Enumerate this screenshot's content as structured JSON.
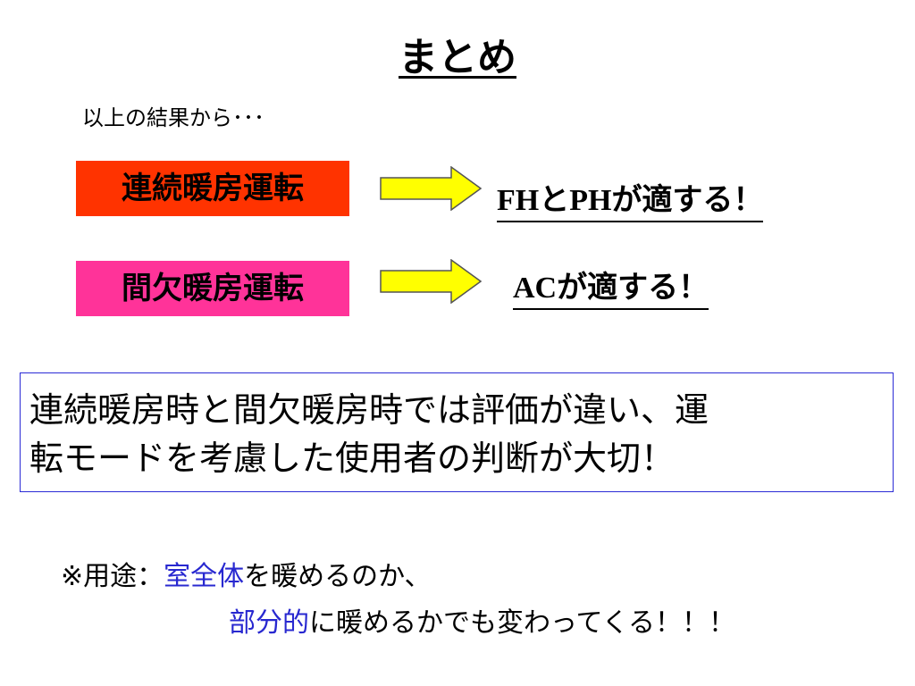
{
  "slide": {
    "title": "まとめ",
    "subtitle": "以上の結果から･･･",
    "rows": [
      {
        "mode": "連続暖房運転",
        "mode_color": "#ff3300",
        "result_latin_1": "FH",
        "result_jp_1": "と",
        "result_latin_2": "PH",
        "result_jp_2": "が適する！"
      },
      {
        "mode": "間欠暖房運転",
        "mode_color": "#ff3399",
        "result_latin_1": "AC",
        "result_jp_1": "が適する！"
      }
    ],
    "arrow_color": "#ffff00",
    "conclusion": {
      "line1": "連続暖房時と間欠暖房時では評価が違い、運",
      "line2": "転モードを考慮した使用者の判断が大切！",
      "border_color": "#2b2bd6"
    },
    "note": {
      "prefix": "※用途：",
      "highlight1": "室全体",
      "line1_rest": "を暖めるのか、",
      "highlight2": "部分的",
      "line2_rest": "に暖めるかでも変わってくる！！！",
      "highlight_color": "#2828d0"
    }
  }
}
